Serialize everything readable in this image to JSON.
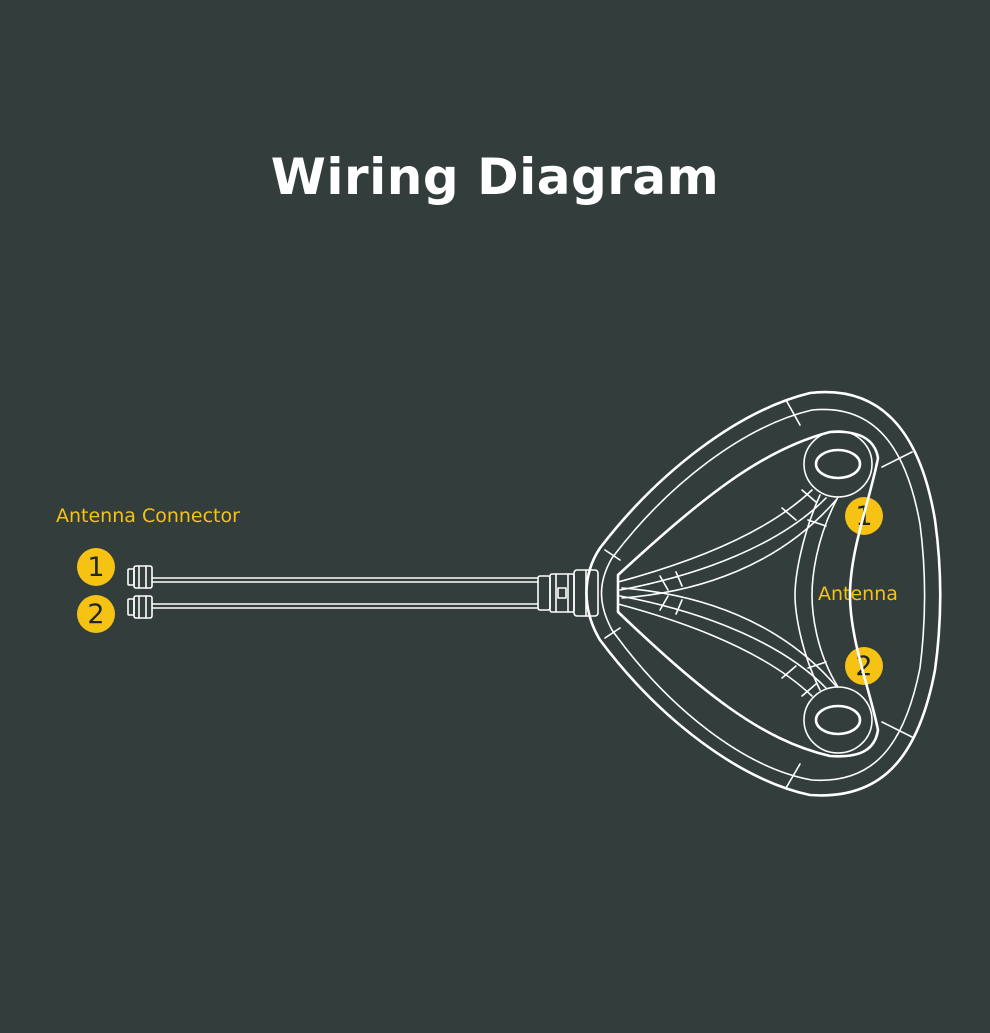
{
  "title": "Wiring Diagram",
  "labels": {
    "connector": "Antenna Connector",
    "antenna": "Antenna"
  },
  "connector_badges": [
    "1",
    "2"
  ],
  "antenna_badges": [
    "1",
    "2"
  ],
  "colors": {
    "background": "#323d3c",
    "accent": "#f6c213",
    "line": "#ffffff"
  }
}
